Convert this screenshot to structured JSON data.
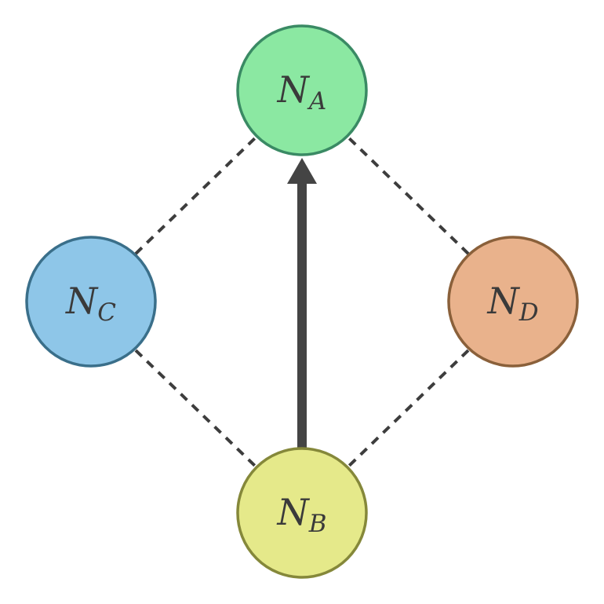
{
  "nodes": {
    "a": {
      "name": "N",
      "subscript": "A",
      "fill": "#8be8a2",
      "stroke": "#3a8a64"
    },
    "b": {
      "name": "N",
      "subscript": "B",
      "fill": "#e5e98a",
      "stroke": "#85883a"
    },
    "c": {
      "name": "N",
      "subscript": "C",
      "fill": "#8ec6e8",
      "stroke": "#3a6f8a"
    },
    "d": {
      "name": "N",
      "subscript": "D",
      "fill": "#e9b28c",
      "stroke": "#8a603a"
    }
  },
  "edges": [
    {
      "from": "C",
      "to": "A",
      "style": "dashed"
    },
    {
      "from": "D",
      "to": "A",
      "style": "dashed"
    },
    {
      "from": "C",
      "to": "B",
      "style": "dashed"
    },
    {
      "from": "D",
      "to": "B",
      "style": "dashed"
    },
    {
      "from": "B",
      "to": "A",
      "style": "solid-arrow"
    }
  ]
}
